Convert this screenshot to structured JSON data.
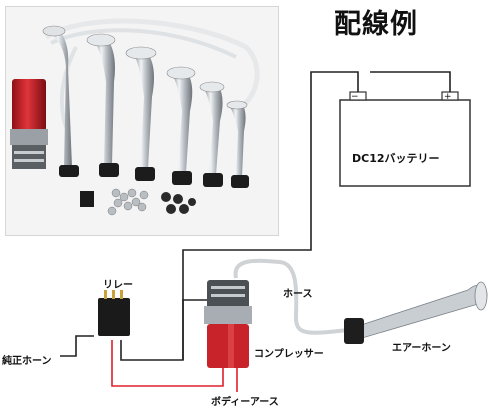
{
  "title": "配線例",
  "labels": {
    "battery": "DC12バッテリー",
    "hose": "ホース",
    "relay": "リレー",
    "stock_horn": "純正ホーン",
    "compressor": "コンプレッサー",
    "air_horn": "エアーホーン",
    "body_ground": "ボディーアース"
  },
  "colors": {
    "wire_black": "#222222",
    "wire_red": "#e0202a",
    "compressor_red": "#c8222a",
    "chrome": "#c9ced3",
    "battery_outline": "#333333"
  }
}
